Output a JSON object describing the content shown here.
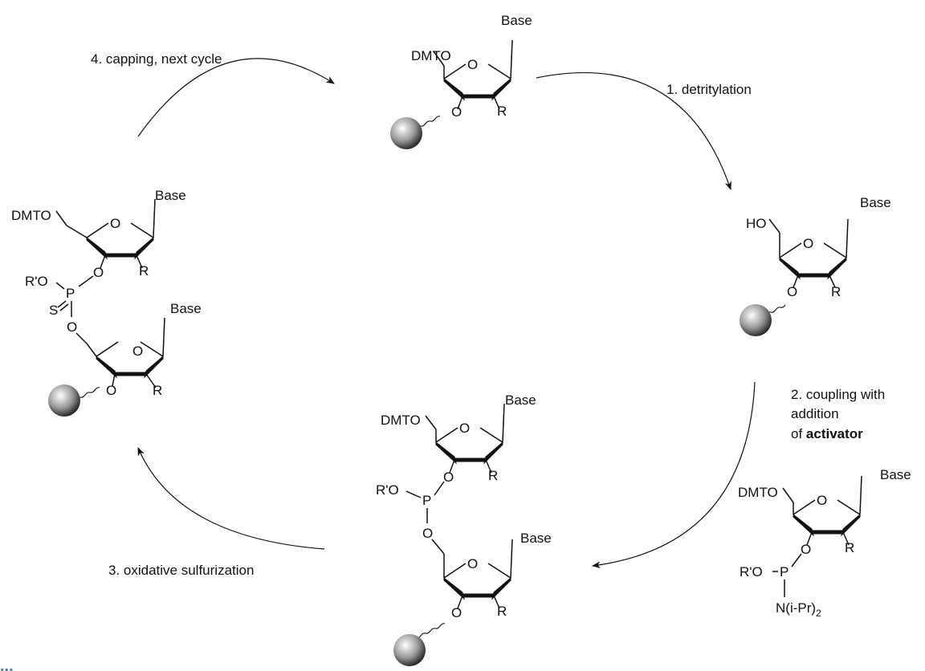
{
  "steps": {
    "detritylation": "1. detritylation",
    "coupling_line1": "2. coupling with",
    "coupling_line2": "addition",
    "coupling_of": "of ",
    "coupling_bold": "activator",
    "sulfurization": "3. oxidative sulfurization",
    "capping": "4. capping, next cycle"
  },
  "labels": {
    "base": "Base",
    "ring_o": "O",
    "dmto": "DMTO",
    "ho": "HO",
    "r": "R",
    "o": "O",
    "p": "P",
    "s": "S",
    "r_prime_o": "R'O",
    "amine_main": "N(i-Pr)",
    "amine_sub": "2"
  },
  "corner_mark": {
    "text": "...",
    "color": "#3b7fc4"
  },
  "colors": {
    "ink": "#111111",
    "bead_light": "#ffffff",
    "bead_mid": "#9a9a9a",
    "bead_dark": "#1a1a1a"
  }
}
